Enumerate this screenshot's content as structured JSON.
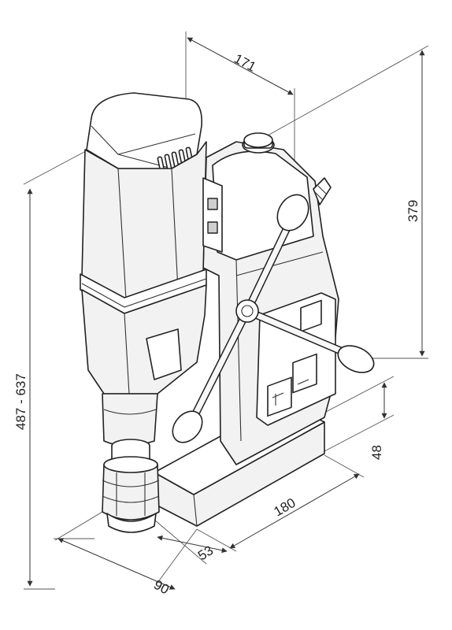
{
  "dimensions": {
    "top_width": "171",
    "right_height": "379",
    "left_height": "487 - 637",
    "base_height": "48",
    "base_length": "180",
    "base_offset": "53",
    "base_depth": "90"
  },
  "colors": {
    "line": "#222222",
    "fill": "#f2f2f2",
    "background": "#ffffff"
  }
}
